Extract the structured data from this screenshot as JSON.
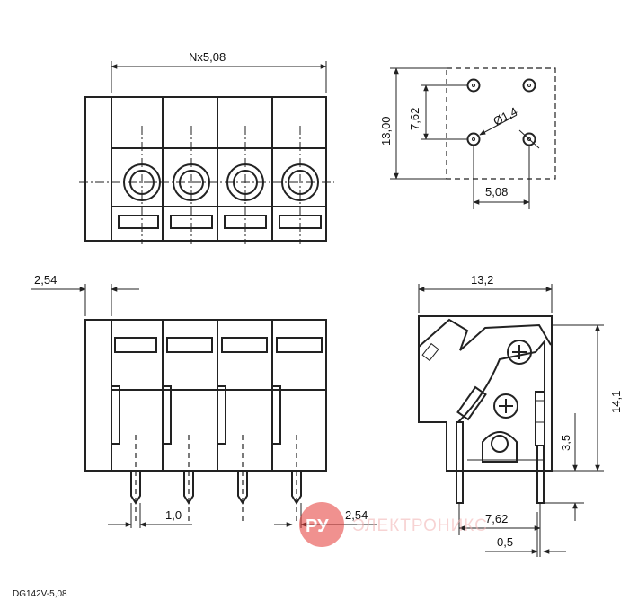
{
  "part_number": "DG142V-5,08",
  "dimensions": {
    "pitch_total": "Nx5,08",
    "height_13": "13,00",
    "row_spacing": "7,62",
    "hole_dia": "Ø1,4",
    "pitch": "5,08",
    "offset_254": "2,54",
    "depth": "13,2",
    "height_141": "14,1",
    "pin_length": "3,5",
    "pin_width": "1,0",
    "pin_pitch_front": "2,54",
    "pin_row": "7,62",
    "pin_thickness": "0,5"
  },
  "watermark": {
    "logo": "РУ",
    "text": "ЭЛЕКТРОНИКС",
    "color": "#e53935"
  }
}
